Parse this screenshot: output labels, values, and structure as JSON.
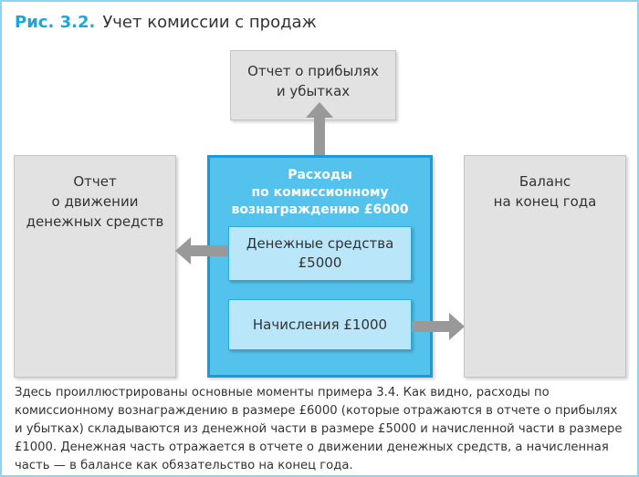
{
  "figure": {
    "number": "Рис. 3.2.",
    "title": "Учет комиссии с продаж"
  },
  "boxes": {
    "profit_loss": [
      "Отчет о прибылях",
      "и убытках"
    ],
    "cash_flow": [
      "Отчет",
      "о движении",
      "денежных средств"
    ],
    "balance": [
      "Баланс",
      "на конец года"
    ]
  },
  "center": {
    "title": [
      "Расходы",
      "по комиссионному",
      "вознаграждению £6000"
    ],
    "cash": [
      "Денежные средства",
      "£5000"
    ],
    "accrual": "Начисления £1000"
  },
  "colors": {
    "accent": "#1aa7dc",
    "center_fill": "#53c3ed",
    "center_border": "#1a9bd7",
    "sub_fill": "#b9e6f8",
    "box_fill": "#e2e2e2",
    "arrow": "#999999"
  },
  "caption": "Здесь проиллюстрированы основные моменты примера 3.4. Как видно, расходы по комиссионному вознаграждению в размере £6000 (которые отражаются в отчете о прибылях и убытках) складываются из денежной части в размере £5000 и начисленной части в размере £1000. Денежная часть отражается в отчете о движении денежных средств, а начисленная часть — в балансе как обязательство на конец года."
}
